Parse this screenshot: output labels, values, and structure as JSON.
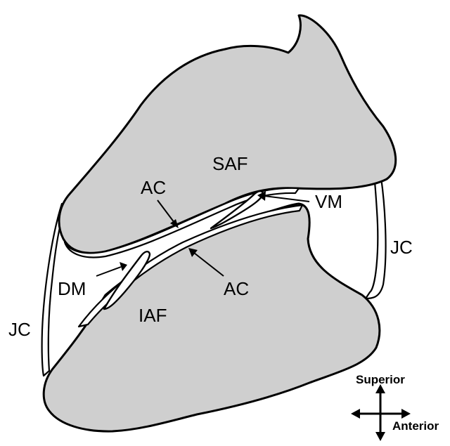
{
  "labels": {
    "saf": "SAF",
    "iaf": "IAF",
    "ac_upper": "AC",
    "ac_lower": "AC",
    "vm": "VM",
    "dm": "DM",
    "jc_right": "JC",
    "jc_left": "JC"
  },
  "orientation": {
    "superior": "Superior",
    "anterior": "Anterior"
  },
  "colors": {
    "facet_fill": "#cfcfcf",
    "outline": "#000000",
    "background": "#ffffff"
  }
}
